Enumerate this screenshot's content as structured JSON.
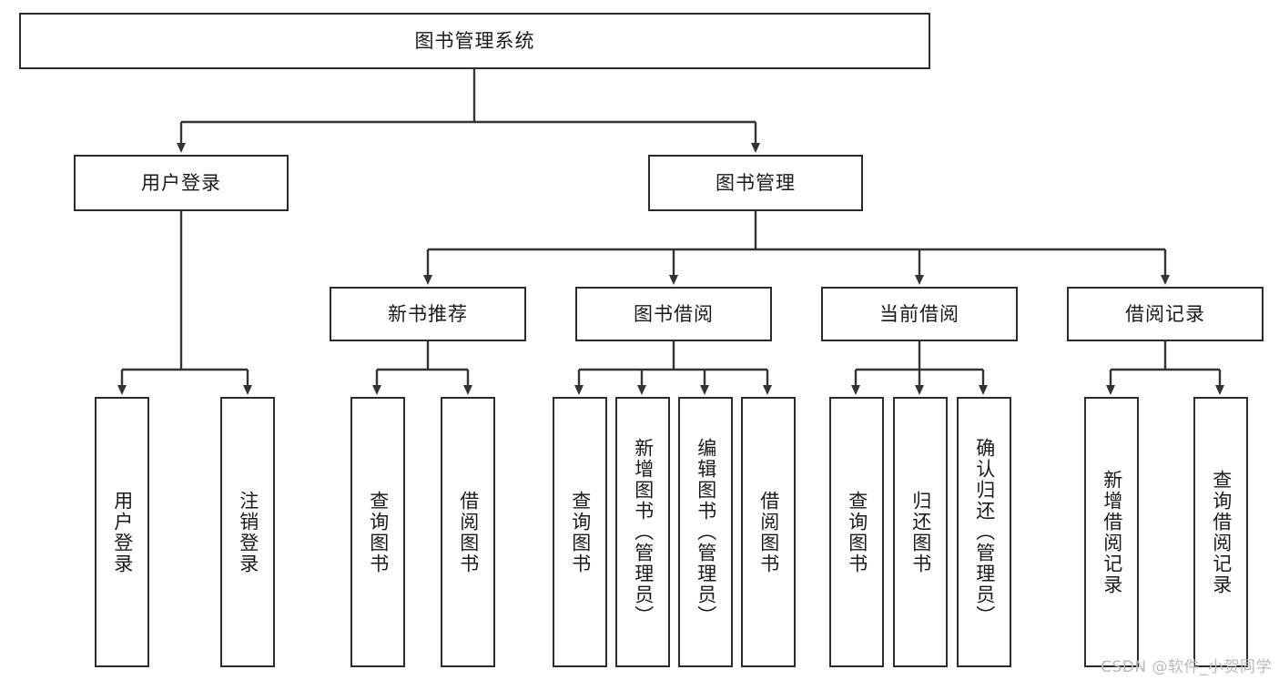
{
  "diagram": {
    "title": "图书管理系统",
    "type": "hierarchy-tree",
    "watermark": "CSDN @软件_小贺同学",
    "colors": {
      "box_border": "#2b2b2b",
      "box_fill": "#ffffff",
      "edge": "#333333",
      "text": "#1a1a1a",
      "watermark": "#b9b9b9",
      "background": "#ffffff"
    },
    "root": {
      "label": "图书管理系统"
    },
    "level2": [
      {
        "label": "用户登录"
      },
      {
        "label": "图书管理"
      }
    ],
    "level3": [
      {
        "label": "新书推荐"
      },
      {
        "label": "图书借阅"
      },
      {
        "label": "当前借阅"
      },
      {
        "label": "借阅记录"
      }
    ],
    "leaves": {
      "user_login": [
        {
          "label": "用户登录"
        },
        {
          "label": "注销登录"
        }
      ],
      "new_book": [
        {
          "label": "查询图书"
        },
        {
          "label": "借阅图书"
        }
      ],
      "book_borrow": [
        {
          "label": "查询图书"
        },
        {
          "label": "新增图书（管理员）"
        },
        {
          "label": "编辑图书（管理员）"
        },
        {
          "label": "借阅图书"
        }
      ],
      "current_borrow": [
        {
          "label": "查询图书"
        },
        {
          "label": "归还图书"
        },
        {
          "label": "确认归还（管理员）"
        }
      ],
      "borrow_record": [
        {
          "label": "新增借阅记录"
        },
        {
          "label": "查询借阅记录"
        }
      ]
    }
  }
}
